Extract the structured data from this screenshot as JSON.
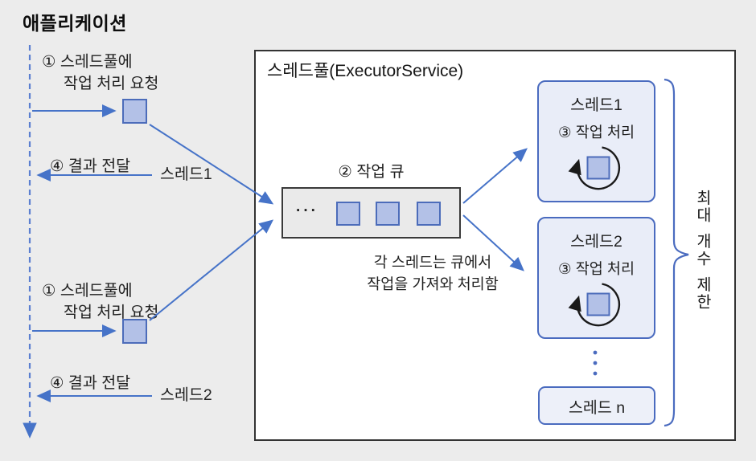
{
  "colors": {
    "background": "#ececec",
    "arrow_blue": "#4673c8",
    "lifeline_blue": "#5b7fd0",
    "dark_border": "#333333",
    "pool_fill": "#ffffff",
    "queue_fill": "#eaeaea",
    "thread_box_fill": "#e9edf8",
    "thread_box_border": "#4a6bbf",
    "task_square_fill": "#b3c1e7",
    "task_square_border": "#4c6cba",
    "loop_arrow_black": "#1a1a1a"
  },
  "application": {
    "title": "애플리케이션",
    "request_line1": "① 스레드풀에",
    "request_line2": "작업 처리 요청",
    "result_label": "④ 결과 전달",
    "thread1_ref": "스레드1",
    "thread2_ref": "스레드2"
  },
  "pool": {
    "title": "스레드풀(ExecutorService)",
    "queue_label": "② 작업 큐",
    "queue_ellipsis": "···",
    "queue_note_line1": "각 스레드는 큐에서",
    "queue_note_line2": "작업을 가져와 처리함",
    "threads": [
      {
        "name": "스레드1",
        "task": "③ 작업 처리"
      },
      {
        "name": "스레드2",
        "task": "③ 작업 처리"
      }
    ],
    "thread_n_label": "스레드 n",
    "limit_line1": "최대",
    "limit_line2": "개수",
    "limit_line3": "제한"
  }
}
